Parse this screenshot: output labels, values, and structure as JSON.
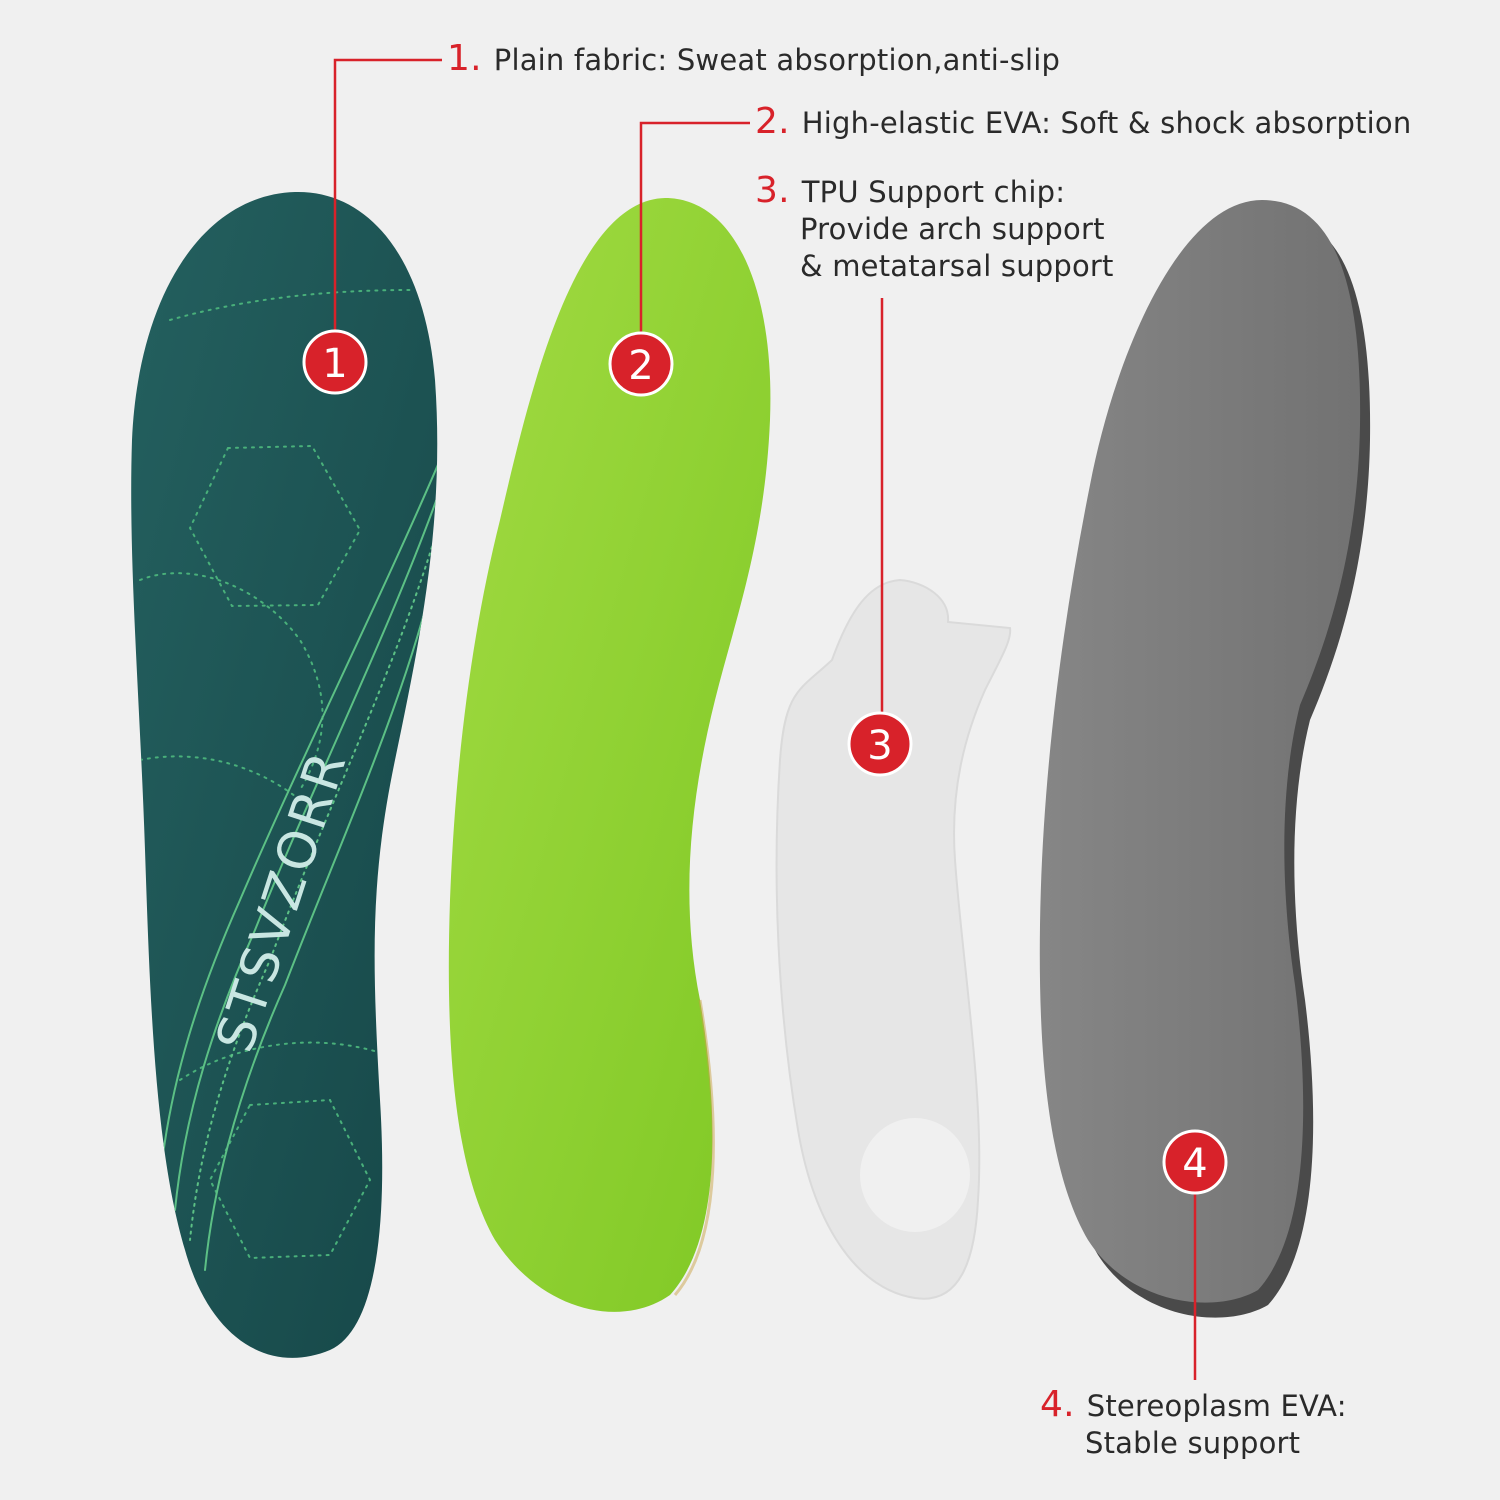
{
  "callouts": [
    {
      "number": "1.",
      "lines": [
        "Plain fabric: Sweat absorption,anti-slip"
      ],
      "badge": "1"
    },
    {
      "number": "2.",
      "lines": [
        "High-elastic EVA: Soft & shock absorption"
      ],
      "badge": "2"
    },
    {
      "number": "3.",
      "lines": [
        "TPU Support chip:",
        "Provide arch support",
        "& metatarsal support"
      ],
      "badge": "3"
    },
    {
      "number": "4.",
      "lines": [
        "Stereoplasm EVA:",
        "Stable support"
      ],
      "badge": "4"
    }
  ],
  "brand": "STSVZORR",
  "colors": {
    "background": "#f0f0f0",
    "accent_red": "#d8222a",
    "fabric_layer": "#1e5556",
    "eva_layer": "#8fd12e",
    "tpu_chip": "#e6e6e6",
    "base_layer": "#7c7c7c"
  }
}
